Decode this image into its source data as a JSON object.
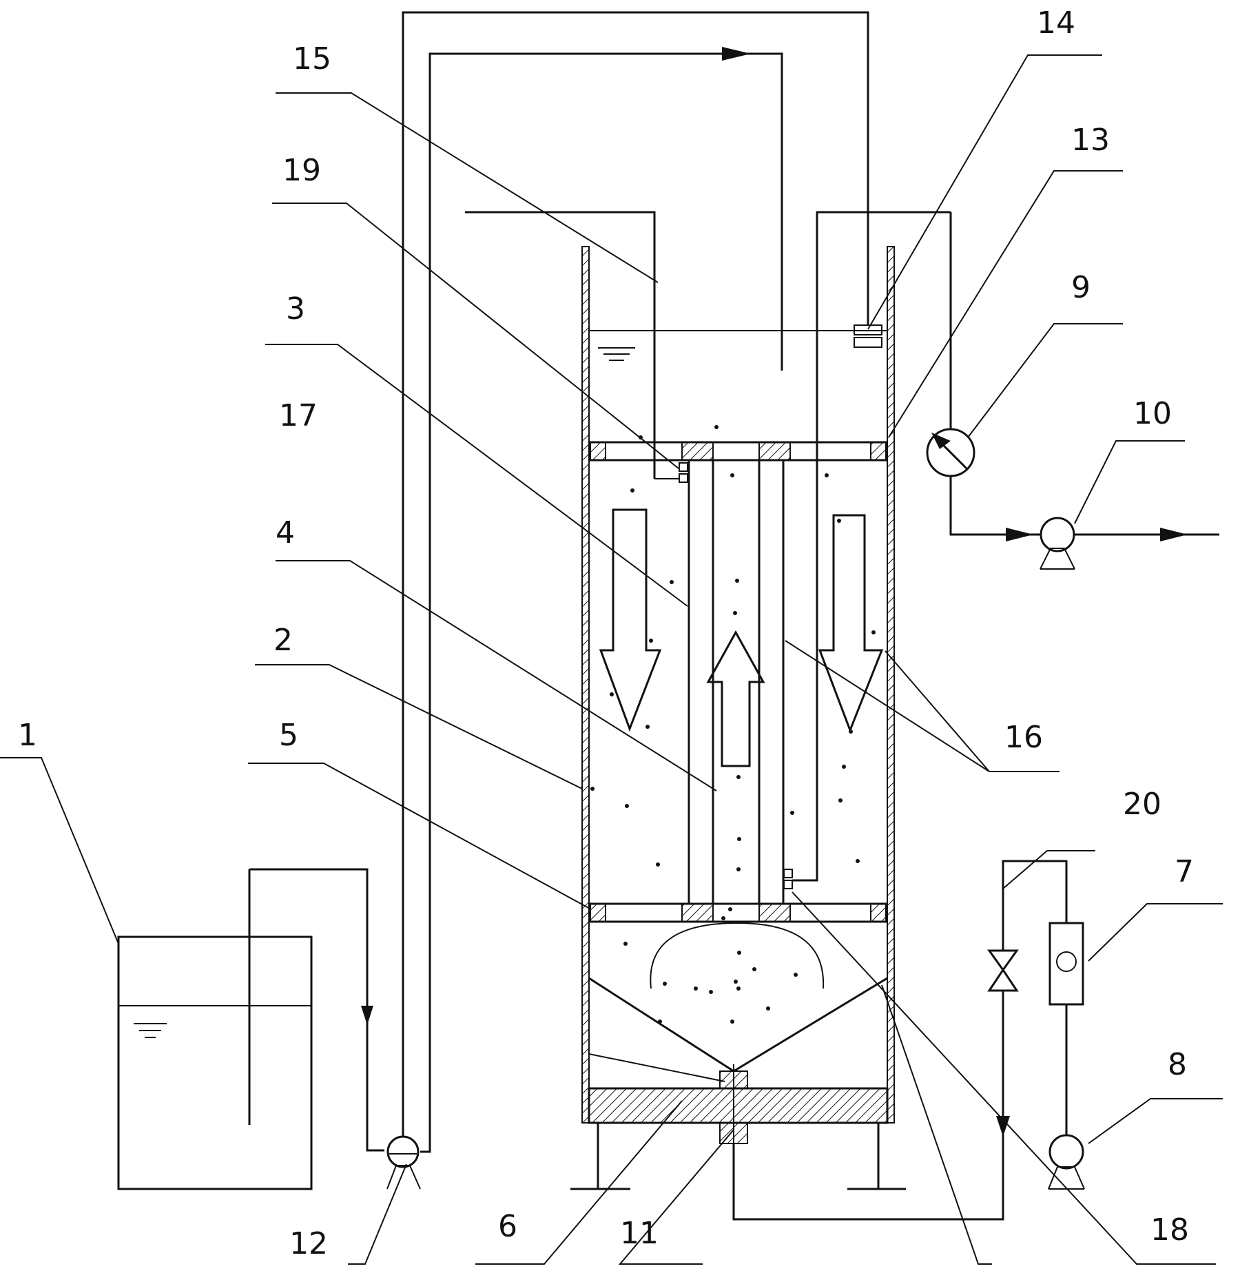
{
  "labels": [
    "1",
    "2",
    "3",
    "4",
    "5",
    "6",
    "7",
    "8",
    "9",
    "10",
    "11",
    "12",
    "13",
    "14",
    "15",
    "16",
    "17",
    "18",
    "19",
    "20"
  ],
  "colors": {
    "line": "#111111",
    "background": "#ffffff"
  }
}
